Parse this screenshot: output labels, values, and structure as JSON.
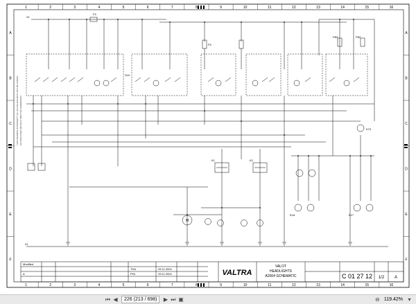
{
  "sheet": {
    "top_numbers": [
      "1",
      "2",
      "3",
      "4",
      "5",
      "6",
      "7",
      "8",
      "9",
      "10",
      "11",
      "12",
      "13",
      "14",
      "15",
      "16"
    ],
    "side_letters": [
      "A",
      "B",
      "C",
      "D",
      "E",
      "F"
    ],
    "title_block": {
      "brand": "VALTRA",
      "title_1": "VALOT",
      "title_2": "HEADLIGHTS",
      "title_3": "A2004 SCHEMATIC",
      "drawing_no": "C 01 27 12",
      "revision": "A",
      "initials_1": "THA",
      "initials_2": "PHL",
      "date_1": "25.11.2004",
      "date_2": "25.11.2004",
      "sheet_label": "1/2"
    },
    "labels": {
      "fuse_1": "F4",
      "fuse_2": "F5",
      "fuse_b3": "FB3",
      "fuse_b2": "FB2",
      "relay_k1": "K1",
      "relay_k2": "K2",
      "motor": "M",
      "lamp_e18": "E18",
      "lamp_e17": "E17",
      "switch_s19": "S19",
      "relay_k73": "K73",
      "ground_1": "X1",
      "ground_2": "31"
    }
  },
  "statusbar": {
    "page_display": "226 (213 / 698)",
    "zoom": "119.42%"
  }
}
